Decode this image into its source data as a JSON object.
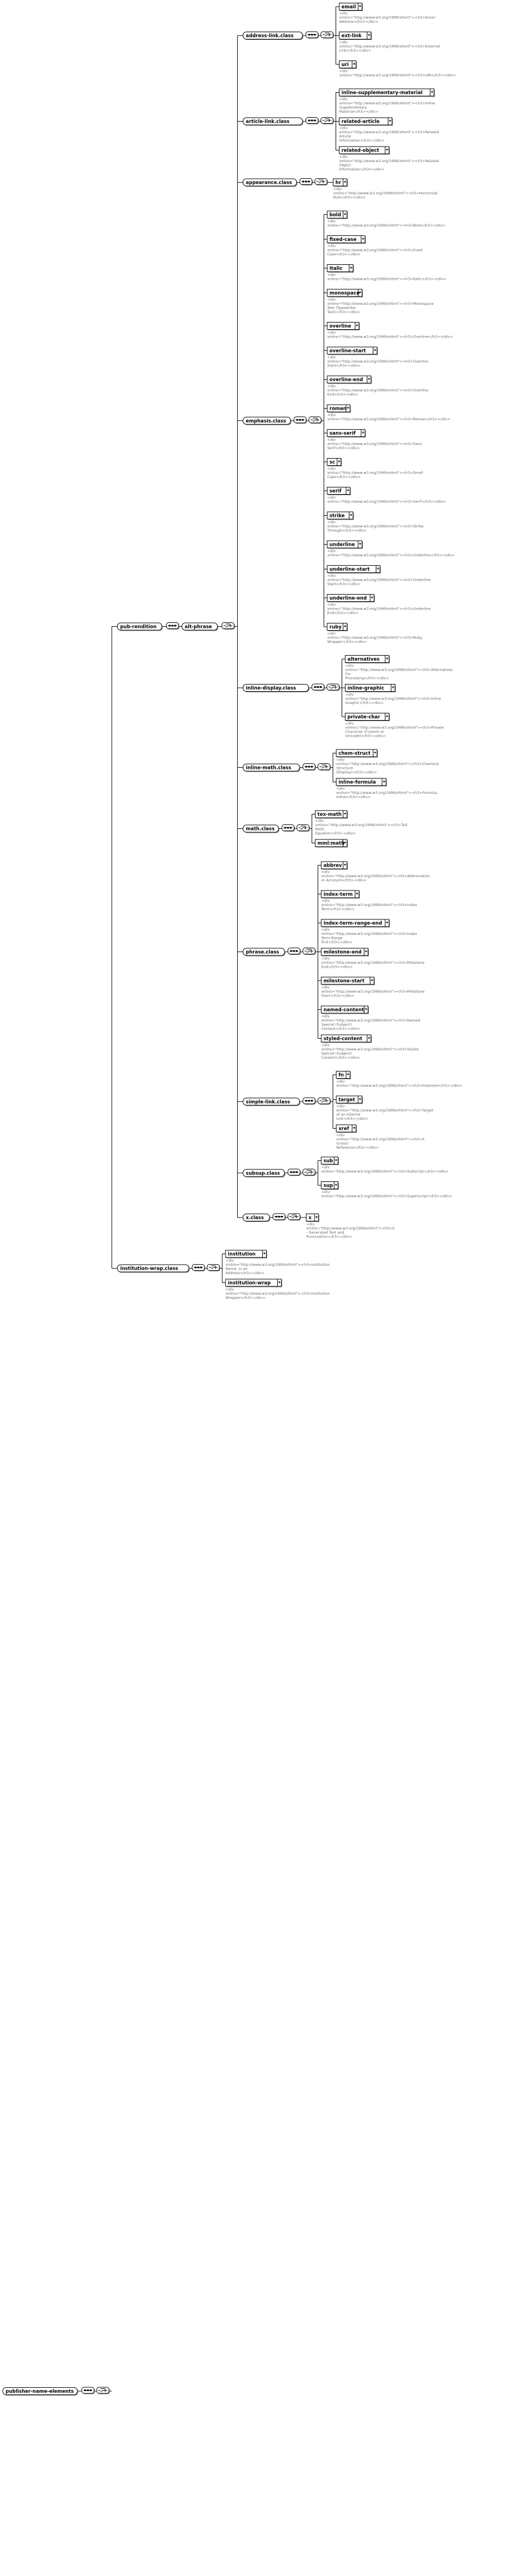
{
  "root": {
    "label": "publisher-name-elements"
  },
  "groups": [
    {
      "label": "pub-rendition",
      "children": []
    },
    {
      "label": "alt-phrase",
      "children": []
    },
    {
      "label": "address-link.class",
      "children": [
        {
          "label": "email",
          "doc": "<div xmlns=\"http://www.w3.org/1999/xhtml\"><h3>Email Address</h3></div>"
        },
        {
          "label": "ext-link",
          "doc": "<div xmlns=\"http://www.w3.org/1999/xhtml\"><h3>External Link</h3></div>"
        },
        {
          "label": "uri",
          "doc": "<div xmlns=\"http://www.w3.org/1999/xhtml\"><h3>URI</h3></div>"
        }
      ]
    },
    {
      "label": "article-link.class",
      "children": [
        {
          "label": "inline-supplementary-material",
          "doc": "<div xmlns=\"http://www.w3.org/1999/xhtml\"><h3>Inline Supplementary Material</h3></div>"
        },
        {
          "label": "related-article",
          "doc": "<div xmlns=\"http://www.w3.org/1999/xhtml\"><h3>Related Article Information</h3></div>"
        },
        {
          "label": "related-object",
          "doc": "<div xmlns=\"http://www.w3.org/1999/xhtml\"><h3>Related Object Information</h3></div>"
        }
      ]
    },
    {
      "label": "appearance.class",
      "children": [
        {
          "label": "hr",
          "doc": "<div xmlns=\"http://www.w3.org/1999/xhtml\"><h3>Horizontal Rule</h3></div>"
        }
      ]
    },
    {
      "label": "emphasis.class",
      "children": [
        {
          "label": "bold",
          "doc": "<div xmlns=\"http://www.w3.org/1999/xhtml\"><h3>Bold</h3></div>"
        },
        {
          "label": "fixed-case",
          "doc": "<div xmlns=\"http://www.w3.org/1999/xhtml\"><h3>Fixed Case</h3></div>"
        },
        {
          "label": "italic",
          "doc": "<div xmlns=\"http://www.w3.org/1999/xhtml\"><h3>Italic</h3></div>"
        },
        {
          "label": "monospace",
          "doc": "<div xmlns=\"http://www.w3.org/1999/xhtml\"><h3>Monospace Text (Typewriter Text)</h3></div>"
        },
        {
          "label": "overline",
          "doc": "<div xmlns=\"http://www.w3.org/1999/xhtml\"><h3>Overline</h3></div>"
        },
        {
          "label": "overline-start",
          "doc": "<div xmlns=\"http://www.w3.org/1999/xhtml\"><h3>Overline Start</h3></div>"
        },
        {
          "label": "overline-end",
          "doc": "<div xmlns=\"http://www.w3.org/1999/xhtml\"><h3>Overline End</h3></div>"
        },
        {
          "label": "roman",
          "doc": "<div xmlns=\"http://www.w3.org/1999/xhtml\"><h3>Roman</h3></div>"
        },
        {
          "label": "sans-serif",
          "doc": "<div xmlns=\"http://www.w3.org/1999/xhtml\"><h3>Sans Serif</h3></div>"
        },
        {
          "label": "sc",
          "doc": "<div xmlns=\"http://www.w3.org/1999/xhtml\"><h3>Small Caps</h3></div>"
        },
        {
          "label": "serif",
          "doc": "<div xmlns=\"http://www.w3.org/1999/xhtml\"><h3>Serif</h3></div>"
        },
        {
          "label": "strike",
          "doc": "<div xmlns=\"http://www.w3.org/1999/xhtml\"><h3>Strike Through</h3></div>"
        },
        {
          "label": "underline",
          "doc": "<div xmlns=\"http://www.w3.org/1999/xhtml\"><h3>Underline</h3></div>"
        },
        {
          "label": "underline-start",
          "doc": "<div xmlns=\"http://www.w3.org/1999/xhtml\"><h3>Underline Start</h3></div>"
        },
        {
          "label": "underline-end",
          "doc": "<div xmlns=\"http://www.w3.org/1999/xhtml\"><h3>Underline End</h3></div>"
        },
        {
          "label": "ruby",
          "doc": "<div xmlns=\"http://www.w3.org/1999/xhtml\"><h3>Ruby Wrapper</h3></div>"
        }
      ]
    },
    {
      "label": "inline-display.class",
      "children": [
        {
          "label": "alternatives",
          "doc": "<div xmlns=\"http://www.w3.org/1999/xhtml\"><h3>Alternatives For Processing</h3></div>"
        },
        {
          "label": "inline-graphic",
          "doc": "<div xmlns=\"http://www.w3.org/1999/xhtml\"><h3>Inline Graphic</h3></div>"
        },
        {
          "label": "private-char",
          "doc": "<div xmlns=\"http://www.w3.org/1999/xhtml\"><h3>Private Character (Custom or Unicode)</h3></div>"
        }
      ]
    },
    {
      "label": "inline-math.class",
      "children": [
        {
          "label": "chem-struct",
          "doc": "<div xmlns=\"http://www.w3.org/1999/xhtml\"><h3>Chemical Structure (Display)</h3></div>"
        },
        {
          "label": "inline-formula",
          "doc": "<div xmlns=\"http://www.w3.org/1999/xhtml\"><h3>Formula, Inline</h3></div>"
        }
      ]
    },
    {
      "label": "math.class",
      "children": [
        {
          "label": "tex-math",
          "doc": "<div xmlns=\"http://www.w3.org/1999/xhtml\"><h3>TeX Math Equation</h3></div>"
        },
        {
          "label": "mml:math",
          "doc": ""
        }
      ]
    },
    {
      "label": "phrase.class",
      "children": [
        {
          "label": "abbrev",
          "doc": "<div xmlns=\"http://www.w3.org/1999/xhtml\"><h3>Abbreviation or Acronym</h3></div>"
        },
        {
          "label": "index-term",
          "doc": "<div xmlns=\"http://www.w3.org/1999/xhtml\"><h3>Index Term</h3></div>"
        },
        {
          "label": "index-term-range-end",
          "doc": "<div xmlns=\"http://www.w3.org/1999/xhtml\"><h3>Index Term Range End</h3></div>"
        },
        {
          "label": "milestone-end",
          "doc": "<div xmlns=\"http://www.w3.org/1999/xhtml\"><h3>Milestone End</h3></div>"
        },
        {
          "label": "milestone-start",
          "doc": "<div xmlns=\"http://www.w3.org/1999/xhtml\"><h3>Milestone Start</h3></div>"
        },
        {
          "label": "named-content",
          "doc": "<div xmlns=\"http://www.w3.org/1999/xhtml\"><h3>Named Special (Subject) Content</h3></div>"
        },
        {
          "label": "styled-content",
          "doc": "<div xmlns=\"http://www.w3.org/1999/xhtml\"><h3>Styled Special (Subject) Content</h3></div>"
        }
      ]
    },
    {
      "label": "simple-link.class",
      "children": [
        {
          "label": "fn",
          "doc": "<div xmlns=\"http://www.w3.org/1999/xhtml\"><h3>Footnote</h3></div>"
        },
        {
          "label": "target",
          "doc": "<div xmlns=\"http://www.w3.org/1999/xhtml\"><h3>Target of an Internal Link</h3></div>"
        },
        {
          "label": "xref",
          "doc": "<div xmlns=\"http://www.w3.org/1999/xhtml\"><h3>X (cross) Reference</h3></div>"
        }
      ]
    },
    {
      "label": "subsup.class",
      "children": [
        {
          "label": "sub",
          "doc": "<div xmlns=\"http://www.w3.org/1999/xhtml\"><h3>Subscript</h3></div>"
        },
        {
          "label": "sup",
          "doc": "<div xmlns=\"http://www.w3.org/1999/xhtml\"><h3>Superscript</h3></div>"
        }
      ]
    },
    {
      "label": "x.class",
      "children": [
        {
          "label": "x",
          "doc": "<div xmlns=\"http://www.w3.org/1999/xhtml\"><h3>X - Generated Text and Punctuation</h3></div>"
        }
      ]
    },
    {
      "label": "institution-wrap.class",
      "children": [
        {
          "label": "institution",
          "doc": "<div xmlns=\"http://www.w3.org/1999/xhtml\"><h3>Institution Name: in an Address</h3></div>"
        },
        {
          "label": "institution-wrap",
          "doc": "<div xmlns=\"http://www.w3.org/1999/xhtml\"><h3>Institution Wrapper</h3></div>"
        }
      ]
    }
  ]
}
